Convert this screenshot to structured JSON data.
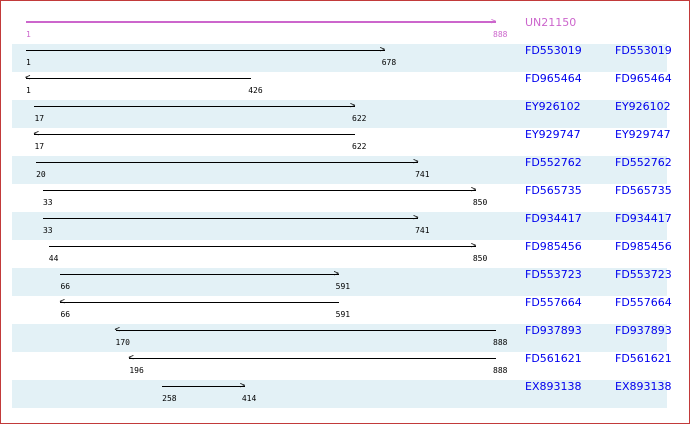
{
  "reference": {
    "name": "UN21150",
    "start": 1,
    "end": 888,
    "color": "#cc66cc"
  },
  "scale": {
    "min": 1,
    "max": 888
  },
  "alignments": [
    {
      "id": "FD553019",
      "link": "FD553019",
      "start": 1,
      "end": 678,
      "strand": "forward"
    },
    {
      "id": "FD965464",
      "link": "FD965464",
      "start": 1,
      "end": 426,
      "strand": "reverse"
    },
    {
      "id": "EY926102",
      "link": "EY926102",
      "start": 17,
      "end": 622,
      "strand": "forward"
    },
    {
      "id": "EY929747",
      "link": "EY929747",
      "start": 17,
      "end": 622,
      "strand": "reverse"
    },
    {
      "id": "FD552762",
      "link": "FD552762",
      "start": 20,
      "end": 741,
      "strand": "forward"
    },
    {
      "id": "FD565735",
      "link": "FD565735",
      "start": 33,
      "end": 850,
      "strand": "forward"
    },
    {
      "id": "FD934417",
      "link": "FD934417",
      "start": 33,
      "end": 741,
      "strand": "forward"
    },
    {
      "id": "FD985456",
      "link": "FD985456",
      "start": 44,
      "end": 850,
      "strand": "forward"
    },
    {
      "id": "FD553723",
      "link": "FD553723",
      "start": 66,
      "end": 591,
      "strand": "forward"
    },
    {
      "id": "FD557664",
      "link": "FD557664",
      "start": 66,
      "end": 591,
      "strand": "reverse"
    },
    {
      "id": "FD937893",
      "link": "FD937893",
      "start": 170,
      "end": 888,
      "strand": "reverse"
    },
    {
      "id": "FD561621",
      "link": "FD561621",
      "start": 196,
      "end": 888,
      "strand": "reverse"
    },
    {
      "id": "EX893138",
      "link": "EX893138",
      "start": 258,
      "end": 414,
      "strand": "forward"
    }
  ]
}
